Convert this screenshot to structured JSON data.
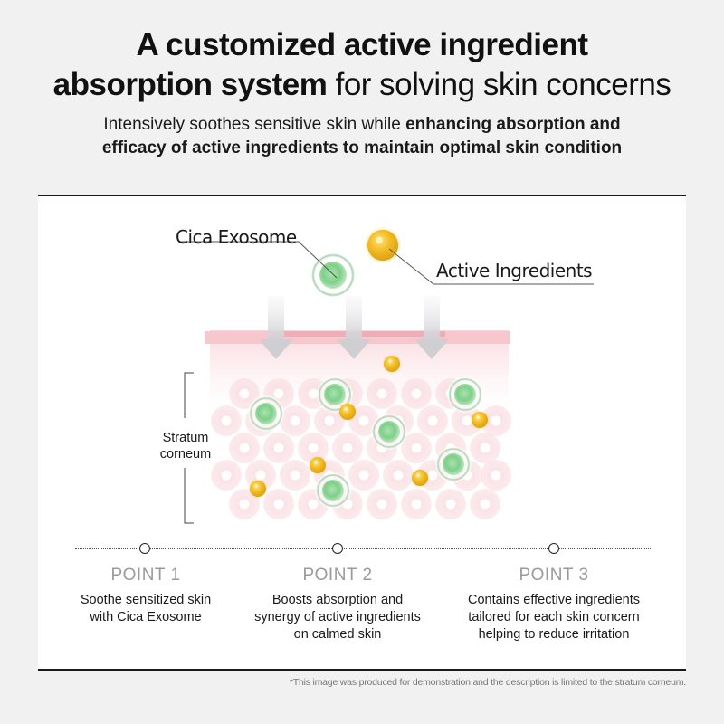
{
  "header": {
    "title_line1": "A customized active ingredient",
    "title_line2_bold": "absorption system",
    "title_line2_light": " for solving skin concerns",
    "subtitle_line1_regular": "Intensively soothes sensitive skin while ",
    "subtitle_line1_bold": "enhancing absorption and",
    "subtitle_line2_bold": "efficacy of active ingredients to maintain optimal skin condition"
  },
  "diagram": {
    "callouts": {
      "cica_exosome": "Cica Exosome",
      "active_ingredients": "Active Ingredients"
    },
    "layer_label_line1": "Stratum",
    "layer_label_line2": "corneum",
    "colors": {
      "exosome_green": "#7fcf8a",
      "active_yellow": "#f0b820",
      "cell_pink": "#f7d6da",
      "membrane_pink": "#f3b7bf",
      "arrow_gray": "#d8d8db"
    }
  },
  "points": [
    {
      "label": "POINT 1",
      "desc_lines": [
        "Soothe sensitized skin",
        "with Cica Exosome"
      ]
    },
    {
      "label": "POINT 2",
      "desc_lines": [
        "Boosts absorption and",
        "synergy of active ingredients",
        "on calmed skin"
      ]
    },
    {
      "label": "POINT 3",
      "desc_lines": [
        "Contains effective ingredients",
        "tailored for each skin concern",
        "helping to reduce irritation"
      ]
    }
  ],
  "footnote": "*This image was produced for demonstration and the description is limited to the stratum corneum."
}
